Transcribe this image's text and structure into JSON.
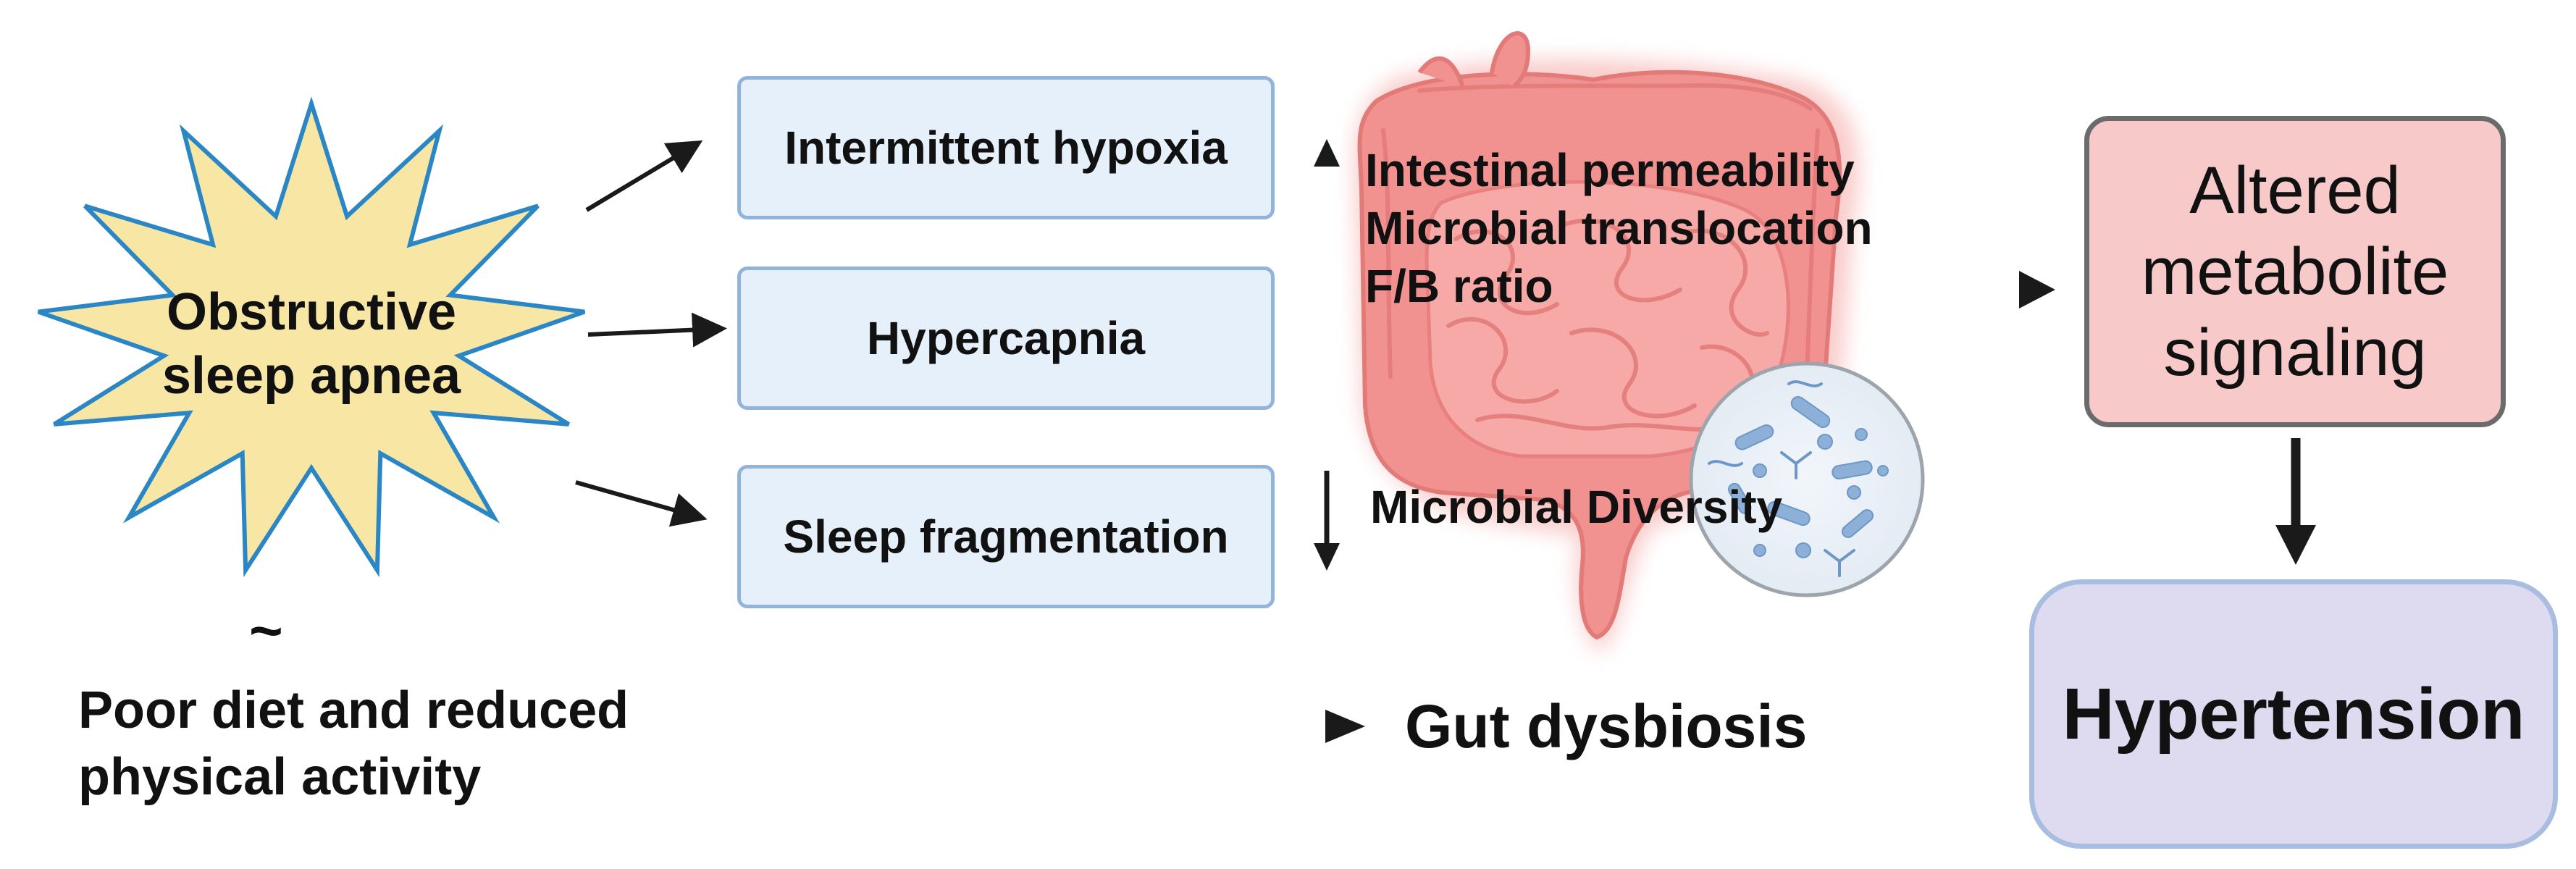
{
  "nodes": {
    "osa": "Obstructive sleep apnea",
    "tilde": "~",
    "poor_diet": "Poor diet and reduced physical activity",
    "intermittent_hypoxia": "Intermittent hypoxia",
    "hypercapnia": "Hypercapnia",
    "sleep_fragmentation": "Sleep fragmentation",
    "gut_dysbiosis": "Gut dysbiosis",
    "altered_metabolite": "Altered metabolite signaling",
    "hypertension": "Hypertension"
  },
  "increased_items": [
    "Intestinal permeability",
    "Microbial translocation",
    "F/B ratio"
  ],
  "decreased_items": [
    "Microbial Diversity"
  ],
  "colors": {
    "star_fill": "#f7e6a4",
    "star_stroke": "#2a86c4",
    "blue_box_fill": "#e6f0fa",
    "blue_box_border": "#93b4da",
    "metabolite_fill": "#f8c9c9",
    "metabolite_border": "#6b6b6b",
    "hypertension_fill": "#dedaf0",
    "hypertension_border": "#a9bde0",
    "gut": "#f08a88",
    "arrow": "#1a1a1a"
  },
  "icons": [
    "intestine-illustration",
    "microbe-circle-icon"
  ]
}
